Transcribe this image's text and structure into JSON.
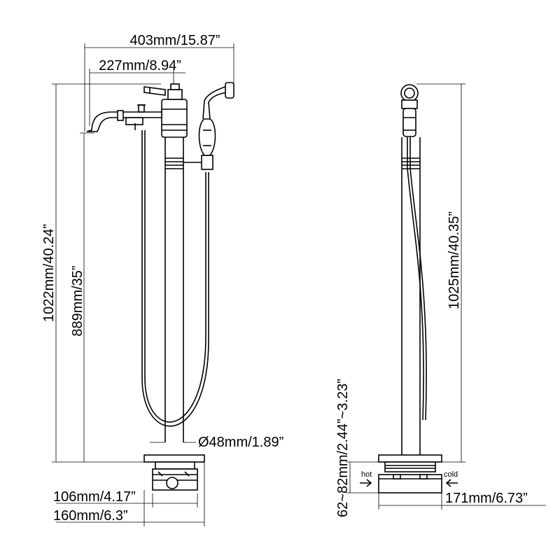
{
  "dimensions": {
    "overall_width": "403mm/15.87”",
    "spout_reach": "227mm/8.94”",
    "total_height_front": "1022mm/40.24”",
    "spout_height": "889mm/35”",
    "column_diameter": "Ø48mm/1.89”",
    "base_inner_width": "106mm/4.17”",
    "base_outer_width": "160mm/6.3”",
    "total_height_side": "1025mm/40.35”",
    "riser_height": "62~82mm/2.44”~3.23”",
    "side_base_width": "171mm/6.73”"
  },
  "labels": {
    "hot": "hot",
    "cold": "cold"
  }
}
